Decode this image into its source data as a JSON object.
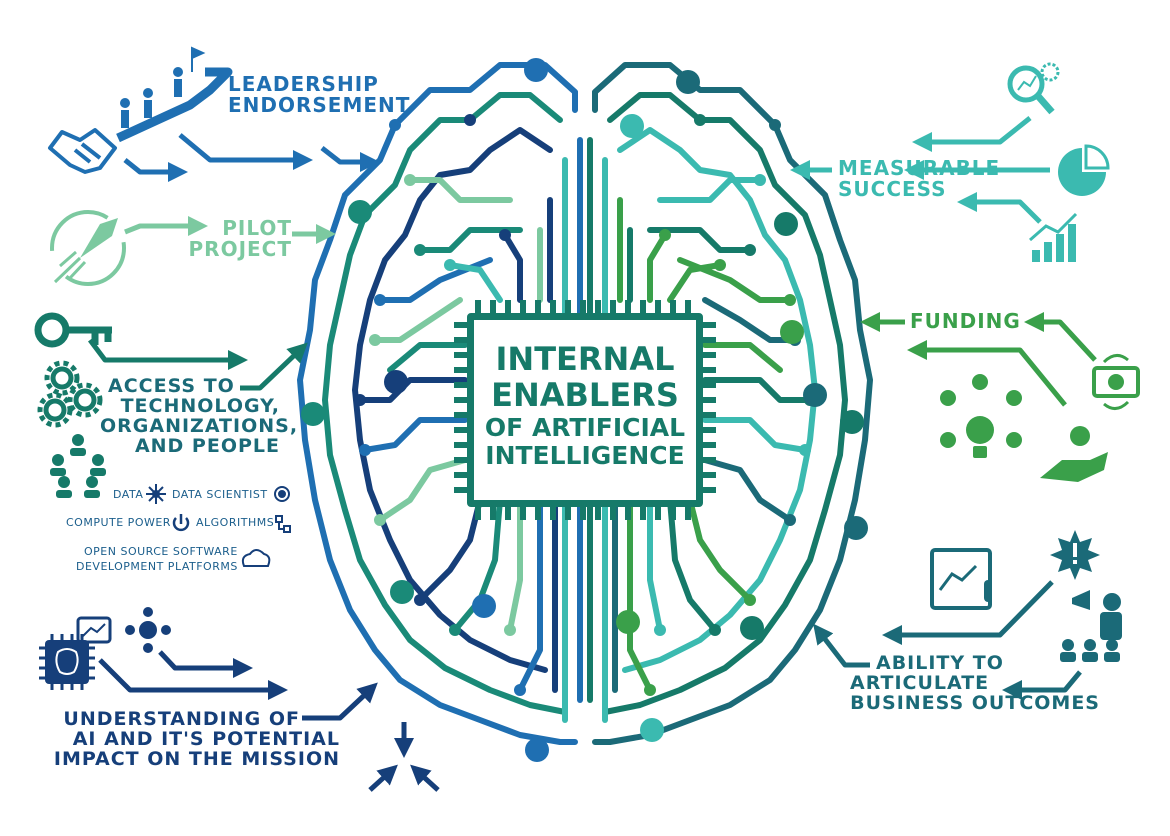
{
  "title": [
    "INTERNAL",
    "ENABLERS",
    "OF ARTIFICIAL",
    "INTELLIGENCE"
  ],
  "enablers": {
    "leadership": [
      "LEADERSHIP",
      "ENDORSEMENT"
    ],
    "pilot": [
      "PILOT",
      "PROJECT"
    ],
    "access": [
      "ACCESS TO",
      "TECHNOLOGY,",
      "ORGANIZATIONS,",
      "AND PEOPLE"
    ],
    "understanding": [
      "UNDERSTANDING OF",
      "AI AND IT'S POTENTIAL",
      "IMPACT ON THE MISSION"
    ],
    "measurable": [
      "MEASURABLE",
      "SUCCESS"
    ],
    "funding": "FUNDING",
    "articulate": [
      "ABILITY TO",
      "ARTICULATE",
      "BUSINESS OUTCOMES"
    ]
  },
  "resources": {
    "data": "DATA",
    "data_scientist": "DATA SCIENTIST",
    "compute_power": "COMPUTE POWER",
    "algorithms": "ALGORITHMS",
    "open_source": "OPEN SOURCE SOFTWARE",
    "dev_platforms": "DEVELOPMENT PLATFORMS"
  },
  "colors": {
    "dark_blue": "#163f7a",
    "blue": "#1f6fb2",
    "teal": "#3bbab0",
    "dark_teal": "#167a69",
    "pale_green": "#7cc9a0",
    "green": "#3aa04a"
  },
  "icons": [
    "handshake-icon",
    "climbing-people-icon",
    "rocket-icon",
    "key-icon",
    "gears-icon",
    "people-network-icon",
    "brain-chip-icon",
    "drone-icon",
    "magnifier-chart-icon",
    "pie-chart-icon",
    "growth-chart-icon",
    "money-cycle-icon",
    "idea-bulb-icon",
    "hand-coin-icon",
    "presentation-board-icon",
    "alert-burst-icon",
    "presenter-icon",
    "arrows-converge-icon"
  ]
}
